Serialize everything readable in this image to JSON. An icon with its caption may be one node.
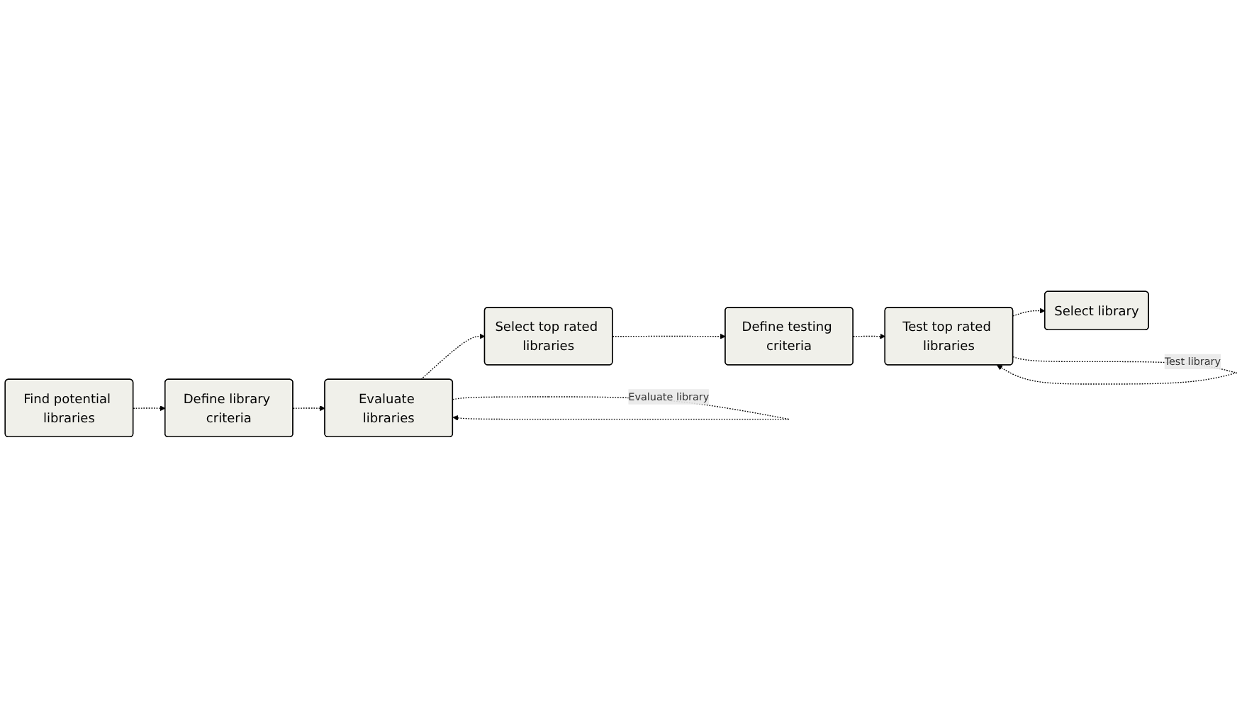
{
  "diagram": {
    "nodes": [
      {
        "text": [
          "Find potential libraries"
        ]
      },
      {
        "text": [
          "Define library criteria"
        ]
      },
      {
        "text": [
          "Evaluate libraries"
        ]
      },
      {
        "text": [
          "Select top rated libraries"
        ]
      },
      {
        "text": [
          "Define testing criteria"
        ]
      },
      {
        "text": [
          "Test top rated libraries"
        ]
      },
      {
        "text": [
          "Select library"
        ]
      }
    ],
    "edges": [
      {
        "from": 0,
        "to": 1,
        "arrow": "to",
        "style": "dashed"
      },
      {
        "from": 1,
        "to": 2,
        "arrow": "to",
        "style": "dashed"
      },
      {
        "from": 2,
        "to": 2,
        "arrow": "to",
        "style": "dashed",
        "label": "Evaluate library"
      },
      {
        "from": 2,
        "to": 3,
        "arrow": "to",
        "style": "dashed"
      },
      {
        "from": 3,
        "to": 4,
        "arrow": "to",
        "style": "dashed"
      },
      {
        "from": 4,
        "to": 5,
        "arrow": "to",
        "style": "dashed"
      },
      {
        "from": 5,
        "to": 5,
        "arrow": "to",
        "style": "dashed",
        "label": "Test library"
      },
      {
        "from": 5,
        "to": 6,
        "arrow": "to",
        "style": "dashed"
      }
    ]
  }
}
